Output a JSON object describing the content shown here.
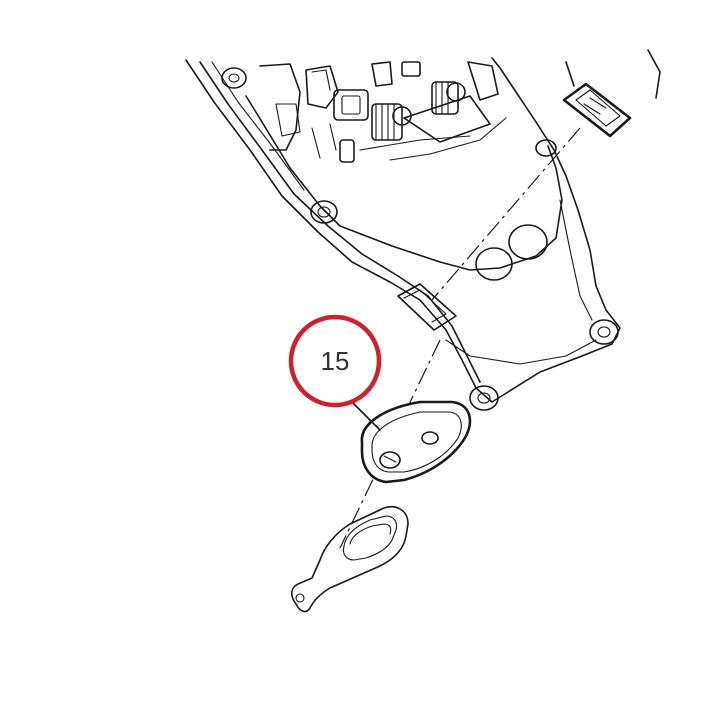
{
  "diagram": {
    "callout": {
      "label": "15",
      "circle_color": "#d0202e"
    },
    "parts": [
      {
        "name": "bottom-cover-frame"
      },
      {
        "name": "grommet-15"
      },
      {
        "name": "mounting-bracket"
      },
      {
        "name": "connector-clip"
      }
    ],
    "line_color": "#1a1a1a",
    "background": "#ffffff"
  }
}
